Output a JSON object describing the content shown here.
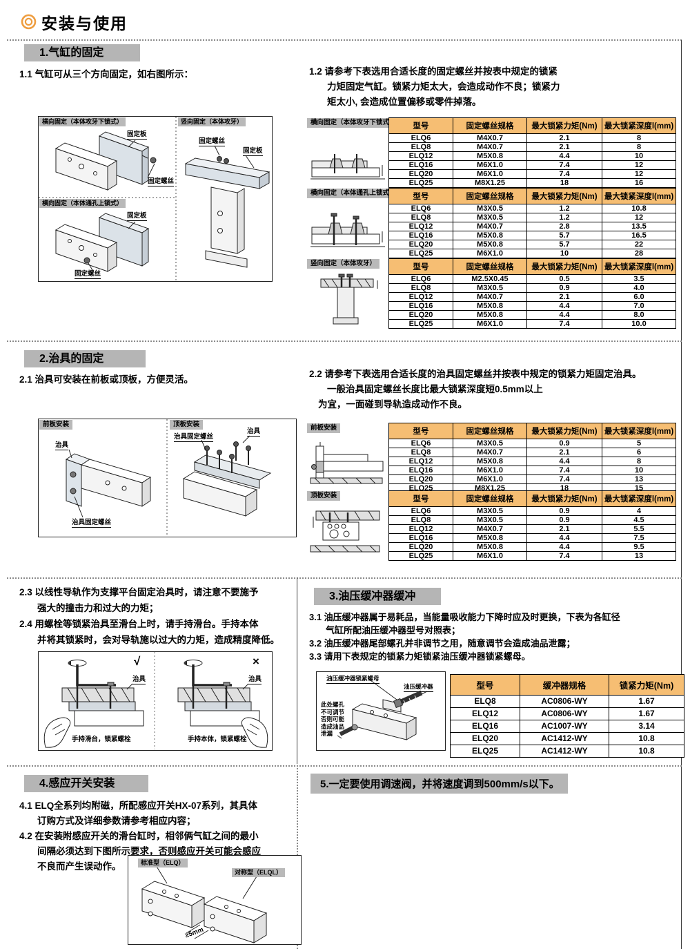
{
  "colors": {
    "table_header": "#F6BE73",
    "accent_orange": "#EE9D3F",
    "heading_gray": "#B5B5B5"
  },
  "header": {
    "title": "安装与使用"
  },
  "section1": {
    "heading": "1.气缸的固定",
    "t11": "1.1 气缸可从三个方向固定，如右图所示：",
    "t12_1": "1.2 请参考下表选用合适长度的固定螺丝并按表中规定的锁紧",
    "t12_2": "力矩固定气缸。锁紧力矩太大，会造成动作不良；锁紧力",
    "t12_3": "矩太小, 会造成位置偏移或零件掉落。",
    "diagram": {
      "panel1": {
        "title": "横向固定（本体攻牙下锁式）",
        "label_plate": "固定板",
        "label_screw": "固定螺丝"
      },
      "panel2": {
        "title": "横向固定（本体通孔上锁式）",
        "label_plate": "固定板",
        "label_screw": "固定螺丝"
      },
      "panel3": {
        "title": "竖向固定（本体攻牙）",
        "label_screw": "固定螺丝",
        "label_plate": "固定板"
      }
    },
    "tables": [
      {
        "label": "横向固定（本体攻牙下锁式）",
        "headers": [
          "型号",
          "固定螺丝规格",
          "最大锁紧力矩(Nm)",
          "最大锁紧深度l(mm)"
        ],
        "rows": [
          [
            "ELQ6",
            "M4X0.7",
            "2.1",
            "8"
          ],
          [
            "ELQ8",
            "M4X0.7",
            "2.1",
            "8"
          ],
          [
            "ELQ12",
            "M5X0.8",
            "4.4",
            "10"
          ],
          [
            "ELQ16",
            "M6X1.0",
            "7.4",
            "12"
          ],
          [
            "ELQ20",
            "M6X1.0",
            "7.4",
            "12"
          ],
          [
            "ELQ25",
            "M8X1.25",
            "18",
            "16"
          ]
        ]
      },
      {
        "label": "横向固定（本体通孔上锁式）",
        "headers": [
          "型号",
          "固定螺丝规格",
          "最大锁紧力矩(Nm)",
          "最大锁紧深度l(mm)"
        ],
        "rows": [
          [
            "ELQ6",
            "M3X0.5",
            "1.2",
            "10.8"
          ],
          [
            "ELQ8",
            "M3X0.5",
            "1.2",
            "12"
          ],
          [
            "ELQ12",
            "M4X0.7",
            "2.8",
            "13.5"
          ],
          [
            "ELQ16",
            "M5X0.8",
            "5.7",
            "16.5"
          ],
          [
            "ELQ20",
            "M5X0.8",
            "5.7",
            "22"
          ],
          [
            "ELQ25",
            "M6X1.0",
            "10",
            "28"
          ]
        ]
      },
      {
        "label": "竖向固定（本体攻牙）",
        "headers": [
          "型号",
          "固定螺丝规格",
          "最大锁紧力矩(Nm)",
          "最大锁紧深度l(mm)"
        ],
        "rows": [
          [
            "ELQ6",
            "M2.5X0.45",
            "0.5",
            "3.5"
          ],
          [
            "ELQ8",
            "M3X0.5",
            "0.9",
            "4.0"
          ],
          [
            "ELQ12",
            "M4X0.7",
            "2.1",
            "6.0"
          ],
          [
            "ELQ16",
            "M5X0.8",
            "4.4",
            "7.0"
          ],
          [
            "ELQ20",
            "M5X0.8",
            "4.4",
            "8.0"
          ],
          [
            "ELQ25",
            "M6X1.0",
            "7.4",
            "10.0"
          ]
        ]
      }
    ]
  },
  "section2": {
    "heading": "2.治具的固定",
    "t21": "2.1 治具可安装在前板或顶板，方便灵活。",
    "t22_1": "2.2 请参考下表选用合适长度的治具固定螺丝并按表中规定的锁紧力矩固定治具。",
    "t22_2": "一般治具固定螺丝长度比最大锁紧深度短0.5mm以上",
    "t22_3": "为宜，一面碰到导轨造成动作不良。",
    "diagram": {
      "panelF": {
        "title": "前板安装",
        "label_jig": "治具",
        "label_screw": "治具固定螺丝"
      },
      "panelT": {
        "title": "顶板安装",
        "label_jig": "治具",
        "label_screw": "治具固定螺丝"
      }
    },
    "tables": [
      {
        "label": "前板安装",
        "headers": [
          "型号",
          "固定螺丝规格",
          "最大锁紧力矩(Nm)",
          "最大锁紧深度l(mm)"
        ],
        "rows": [
          [
            "ELQ6",
            "M3X0.5",
            "0.9",
            "5"
          ],
          [
            "ELQ8",
            "M4X0.7",
            "2.1",
            "6"
          ],
          [
            "ELQ12",
            "M5X0.8",
            "4.4",
            "8"
          ],
          [
            "ELQ16",
            "M6X1.0",
            "7.4",
            "10"
          ],
          [
            "ELQ20",
            "M6X1.0",
            "7.4",
            "13"
          ],
          [
            "ELQ25",
            "M8X1.25",
            "18",
            "15"
          ]
        ]
      },
      {
        "label": "顶板安装",
        "headers": [
          "型号",
          "固定螺丝规格",
          "最大锁紧力矩(Nm)",
          "最大锁紧深度l(mm)"
        ],
        "rows": [
          [
            "ELQ6",
            "M3X0.5",
            "0.9",
            "4"
          ],
          [
            "ELQ8",
            "M3X0.5",
            "0.9",
            "4.5"
          ],
          [
            "ELQ12",
            "M4X0.7",
            "2.1",
            "5.5"
          ],
          [
            "ELQ16",
            "M5X0.8",
            "4.4",
            "7.5"
          ],
          [
            "ELQ20",
            "M5X0.8",
            "4.4",
            "9.5"
          ],
          [
            "ELQ25",
            "M6X1.0",
            "7.4",
            "13"
          ]
        ]
      }
    ],
    "t23_1": "2.3 以线性导轨作为支撑平台固定治具时，请注意不要施予",
    "t23_2": "强大的撞击力和过大的力矩；",
    "t24_1": "2.4 用螺栓等锁紧治具至滑台上时，请手持滑台。手持本体",
    "t24_2": "并将其锁紧时，会对导轨施以过大的力矩，造成精度降低。",
    "handling": {
      "check_mark": "√",
      "cross_mark": "×",
      "label_jig_left": "治具",
      "label_jig_right": "治具",
      "caption_good": "手持滑台，锁紧螺栓",
      "caption_bad": "手持本体，锁紧螺栓"
    }
  },
  "section3": {
    "heading": "3.油压缓冲器缓冲",
    "t31_1": "3.1 油压缓冲器属于易耗品，当能量吸收能力下降时应及时更换，下表为各缸径",
    "t31_2": "气缸所配油压缓冲器型号对照表；",
    "t32": "3.2 油压缓冲器尾部螺孔并非调节之用，随意调节会造成油品泄露；",
    "t33": "3.3 请用下表规定的锁紧力矩锁紧油压缓冲器锁紧螺母。",
    "diagram": {
      "label_nut": "油压缓冲器锁紧螺母",
      "label_buffer": "油压缓冲器",
      "note": [
        "此处螺孔",
        "不可调节",
        "否则可能",
        "造成油品",
        "泄漏"
      ]
    },
    "table": {
      "headers": [
        "型号",
        "缓冲器规格",
        "锁紧力矩(Nm)"
      ],
      "rows": [
        [
          "ELQ8",
          "AC0806-WY",
          "1.67"
        ],
        [
          "ELQ12",
          "AC0806-WY",
          "1.67"
        ],
        [
          "ELQ16",
          "AC1007-WY",
          "3.14"
        ],
        [
          "ELQ20",
          "AC1412-WY",
          "10.8"
        ],
        [
          "ELQ25",
          "AC1412-WY",
          "10.8"
        ]
      ]
    }
  },
  "section4": {
    "heading": "4.感应开关安装",
    "t41_1": "4.1 ELQ全系列均附磁，所配感应开关HX-07系列，其具体",
    "t41_2": "订购方式及详细参数请参考相应内容；",
    "t42_1": "4.2 在安装附感应开关的滑台缸时，相邻俩气缸之间的最小",
    "t42_2": "间隔必须达到下图所示要求，否则感应开关可能会感应",
    "t42_3": "不良而产生误动作。",
    "diagram": {
      "label_std": "标准型（ELQ）",
      "label_sym": "对称型（ELQL）",
      "dim": "≥5mm"
    }
  },
  "section5": {
    "text": "5.一定要使用调速阀，并将速度调到500mm/s以下。"
  }
}
